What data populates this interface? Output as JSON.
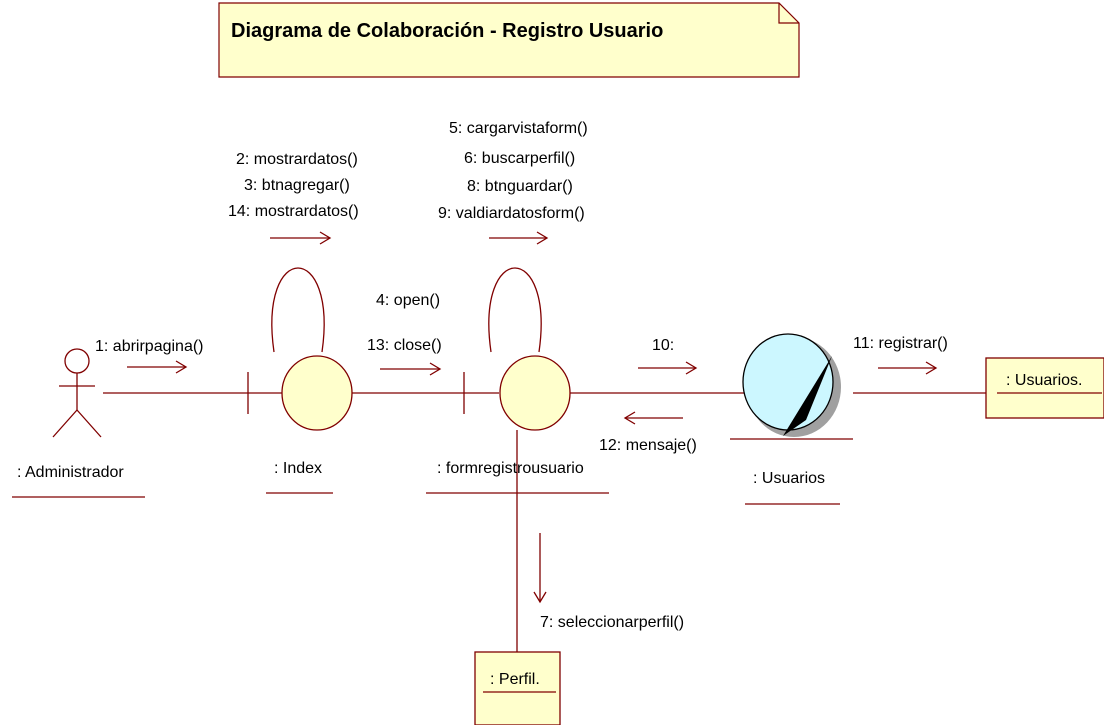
{
  "diagram": {
    "title": "Diagrama de Colaboración - Registro Usuario",
    "colors": {
      "line": "#800000",
      "note_fill": "#ffffcc",
      "object_fill": "#ffffcc",
      "entity_fill": "#ccf7ff",
      "stroke": "#000000"
    },
    "actor": {
      "name": ": Administrador",
      "icon": "stick-figure-actor-icon"
    },
    "objects": {
      "index": {
        "name": ": Index",
        "kind": "boundary"
      },
      "form": {
        "name": ": formregistrousuario",
        "kind": "boundary"
      },
      "usuarios_control": {
        "name": ": Usuarios",
        "kind": "control"
      },
      "usuarios_table": {
        "name": ": Usuarios."
      },
      "perfil_table": {
        "name": ": Perfil."
      }
    },
    "messages": {
      "m1": "1: abrirpagina()",
      "m2": "2: mostrardatos()",
      "m3": "3: btnagregar()",
      "m14": "14: mostrardatos()",
      "m4": "4: open()",
      "m13": "13: close()",
      "m5": "5: cargarvistaform()",
      "m6": "6: buscarperfil()",
      "m8": "8: btnguardar()",
      "m9": "9: valdiardatosform()",
      "m10": "10:",
      "m11": "11: registrar()",
      "m12": "12: mensaje()",
      "m7": "7: seleccionarperfil()"
    }
  }
}
